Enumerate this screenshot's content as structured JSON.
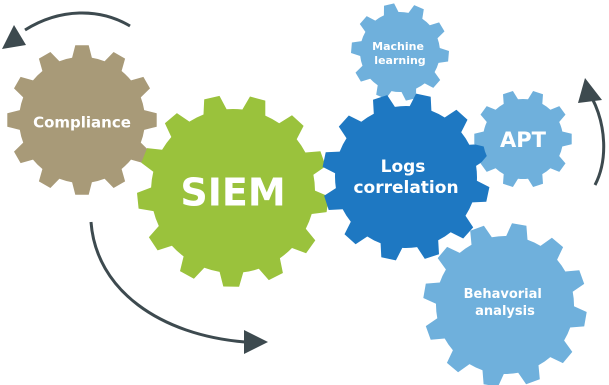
{
  "gears": {
    "compliance": {
      "label": "Compliance",
      "color": "#a89a78"
    },
    "siem": {
      "label": "SIEM",
      "color": "#9ac23c"
    },
    "logs_correlation": {
      "lines": [
        "Logs",
        "correlation"
      ],
      "color": "#1e78c2"
    },
    "machine_learning": {
      "lines": [
        "Machine",
        "learning"
      ],
      "color": "#6fb0dc"
    },
    "apt": {
      "label": "APT",
      "color": "#6fb0dc"
    },
    "behavorial_analysis": {
      "lines": [
        "Behavorial",
        "analysis"
      ],
      "color": "#6fb0dc"
    }
  },
  "colors": {
    "arrow": "#3d4a4f"
  }
}
